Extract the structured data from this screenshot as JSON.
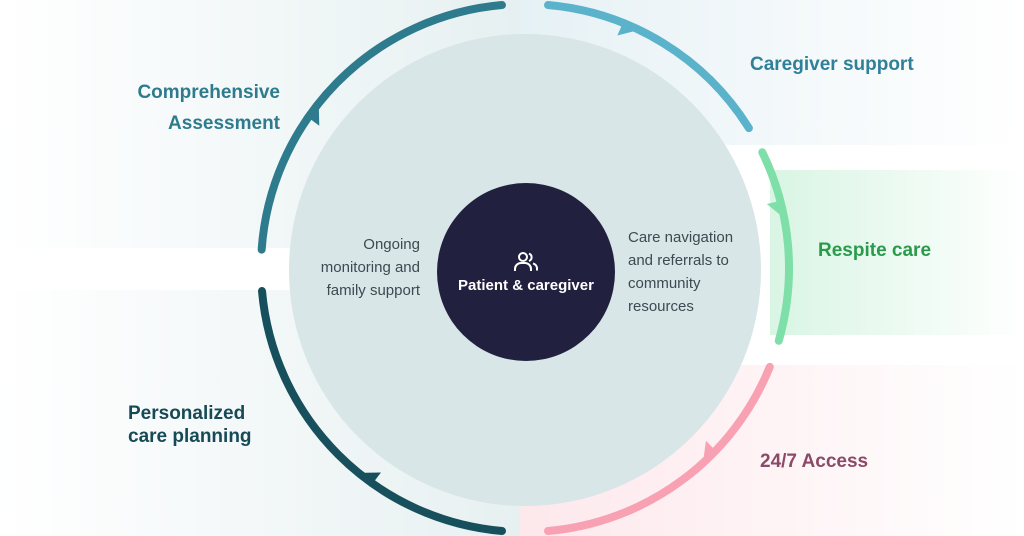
{
  "center": {
    "label": "Patient & caregiver",
    "icon": "people-icon"
  },
  "inner_left": [
    "Ongoing",
    "monitoring and",
    "family support"
  ],
  "inner_right": [
    "Care navigation",
    "and referrals to",
    "community",
    "resources"
  ],
  "stages": [
    {
      "label": [
        "Comprehensive",
        "Assessment"
      ],
      "color": "#2e7b8d"
    },
    {
      "label": [
        "Caregiver support"
      ],
      "color": "#2f8098"
    },
    {
      "label": [
        "Respite care"
      ],
      "color": "#2a9a4c"
    },
    {
      "label": [
        "24/7 Access"
      ],
      "color": "#8b4a68"
    },
    {
      "label": [
        "Personalized",
        "care planning"
      ],
      "color": "#164a56"
    }
  ],
  "arc_colors": [
    "#2e7b8d",
    "#5ab3cb",
    "#7fdfa8",
    "#f7a1b2",
    "#17505c"
  ],
  "inner_circle_color": "#d8e6e7"
}
